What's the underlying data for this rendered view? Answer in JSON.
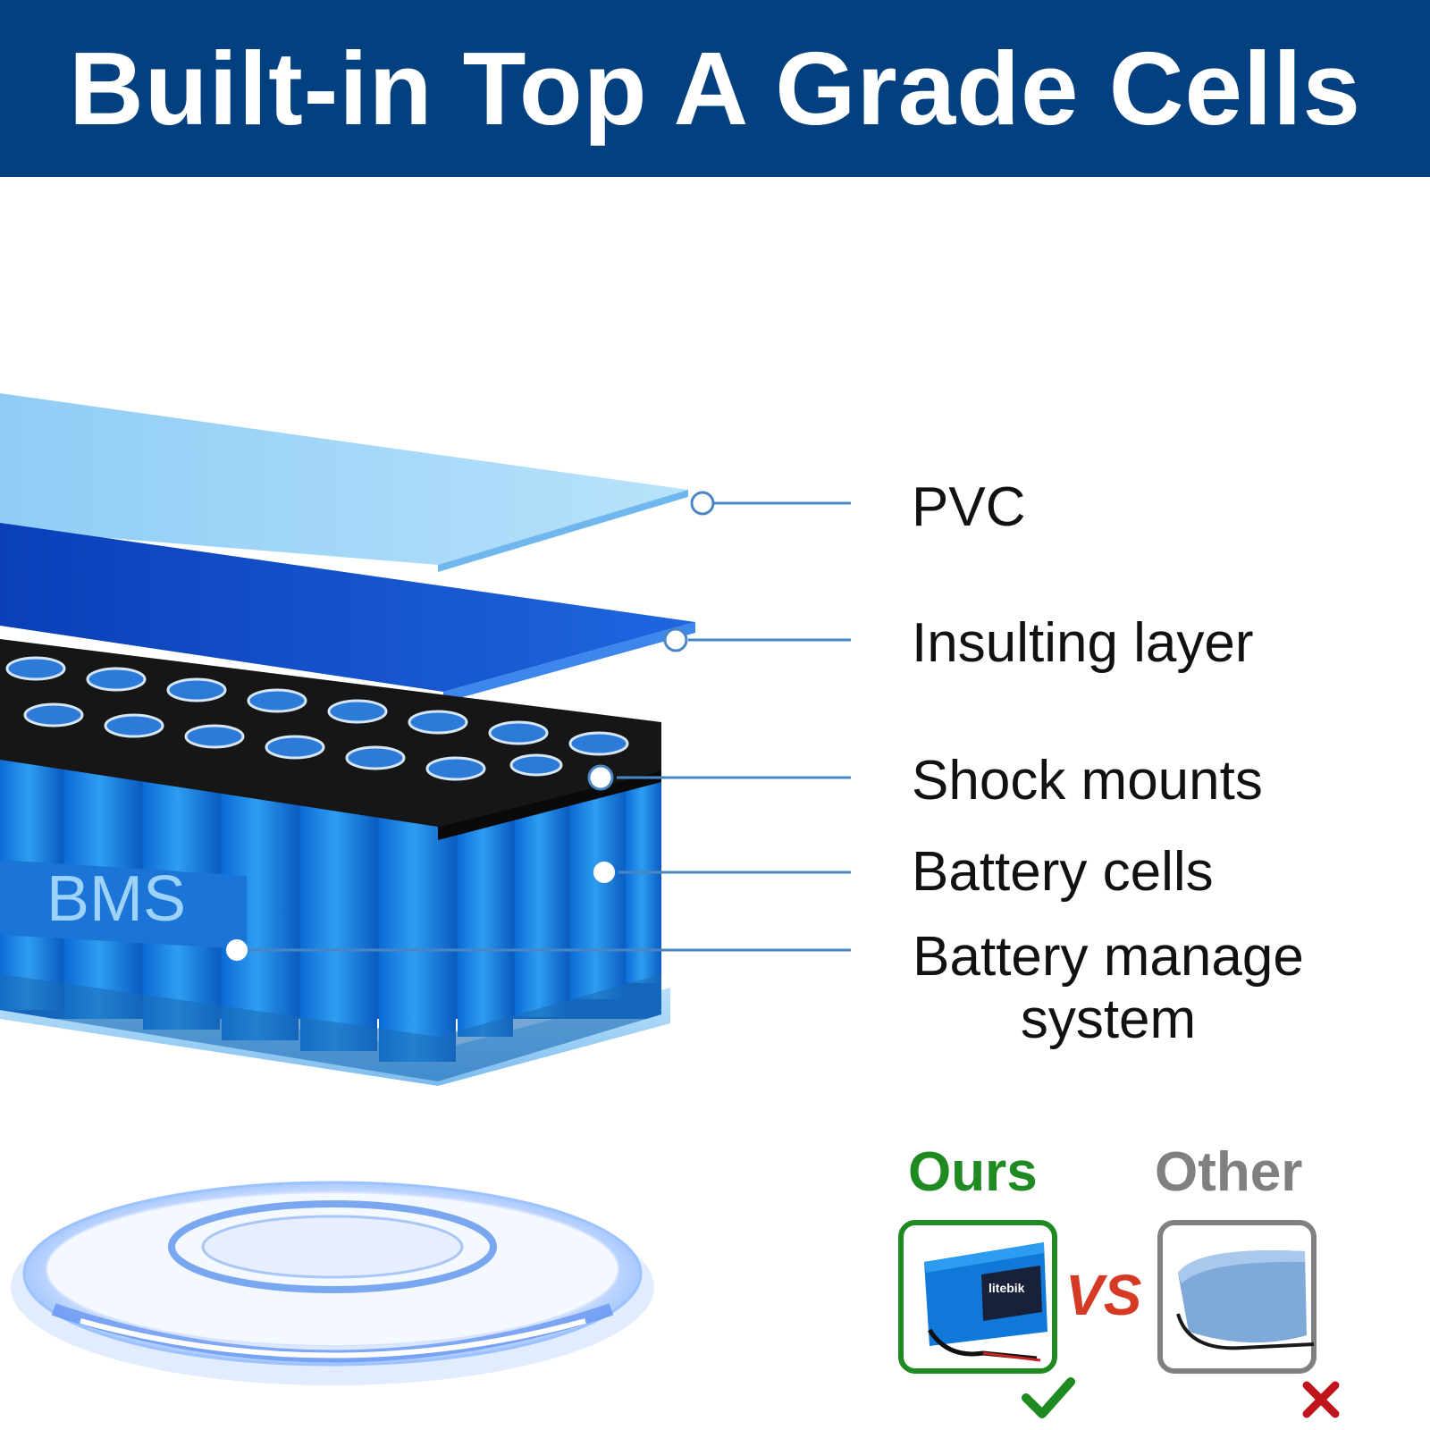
{
  "header": {
    "title": "Built-in Top A Grade Cells"
  },
  "diagram": {
    "bms_text": "BMS",
    "labels": [
      {
        "id": "pvc",
        "text": "PVC"
      },
      {
        "id": "insulating",
        "text": "Insulting layer"
      },
      {
        "id": "shock",
        "text": "Shock mounts"
      },
      {
        "id": "cells",
        "text": "Battery cells"
      },
      {
        "id": "bms",
        "text": "Battery manage system"
      }
    ]
  },
  "comparison": {
    "ours_label": "Ours",
    "other_label": "Other",
    "vs_label": "VS",
    "ours_product_text": "litebik",
    "colors": {
      "ours": "#1f8a22",
      "other": "#808080",
      "vs": "#d63a25"
    }
  },
  "colors": {
    "header_bg": "#02407f",
    "leader_line": "#4a86c5"
  }
}
